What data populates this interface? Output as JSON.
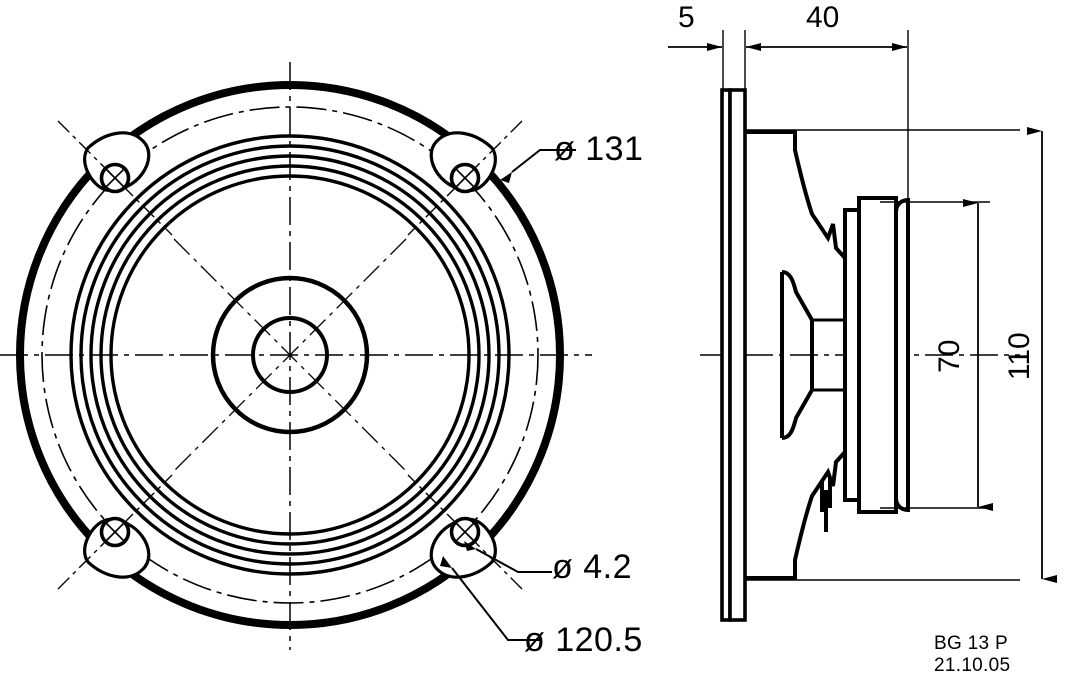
{
  "drawing": {
    "type": "engineering-drawing",
    "subject": "loudspeaker-driver",
    "views": [
      "front-view",
      "side-section-view"
    ],
    "units": "mm"
  },
  "front_view": {
    "labels": {
      "outer_diameter": "ø 131",
      "bolt_hole_diameter": "ø 4.2",
      "bolt_circle_diameter": "ø 120.5"
    },
    "features": {
      "mounting_holes": 4,
      "surround_rings": 5,
      "centerline_spokes": 8
    }
  },
  "side_view": {
    "dimensions": {
      "flange_thickness": "5",
      "mounting_depth": "40",
      "magnet_diameter": "70",
      "overall_diameter": "110"
    }
  },
  "title_block": {
    "part_number": "BG 13 P",
    "date": "21.10.05"
  },
  "colors": {
    "line": "#000000",
    "background": "#ffffff",
    "thin_line": "#1a1a1a"
  }
}
